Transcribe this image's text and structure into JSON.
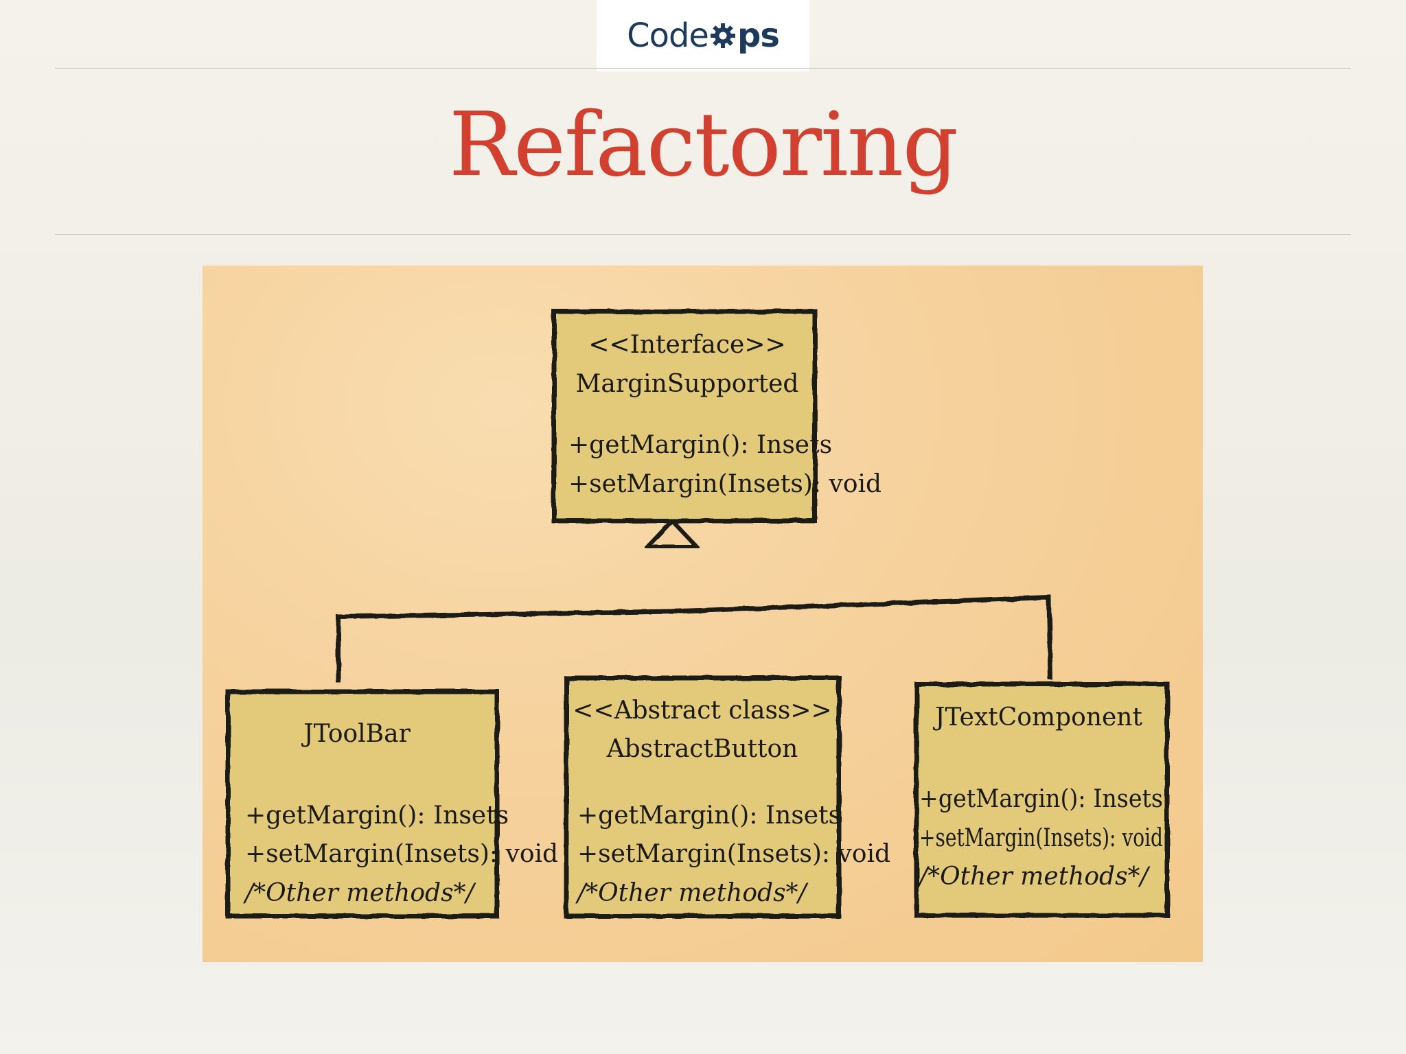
{
  "logo": {
    "prefix": "Code",
    "suffix": "ps"
  },
  "title": "Refactoring",
  "diagram": {
    "interface": {
      "stereotype": "<<Interface>>",
      "name": "MarginSupported",
      "methods": [
        "+getMargin(): Insets",
        "+setMargin(Insets): void"
      ]
    },
    "classes": [
      {
        "name": "JToolBar",
        "methods": [
          "+getMargin(): Insets",
          "+setMargin(Insets): void",
          "/*Other methods*/"
        ]
      },
      {
        "stereotype": "<<Abstract class>>",
        "name": "AbstractButton",
        "methods": [
          "+getMargin(): Insets",
          "+setMargin(Insets): void",
          "/*Other methods*/"
        ]
      },
      {
        "name": "JTextComponent",
        "methods": [
          "+getMargin(): Insets",
          "+setMargin(Insets): void",
          "/*Other methods*/"
        ]
      }
    ]
  },
  "colors": {
    "title": "#d2402f",
    "logo": "#1d3a5c",
    "box_fill": "#e3c97a",
    "ink": "#1a1a14"
  }
}
